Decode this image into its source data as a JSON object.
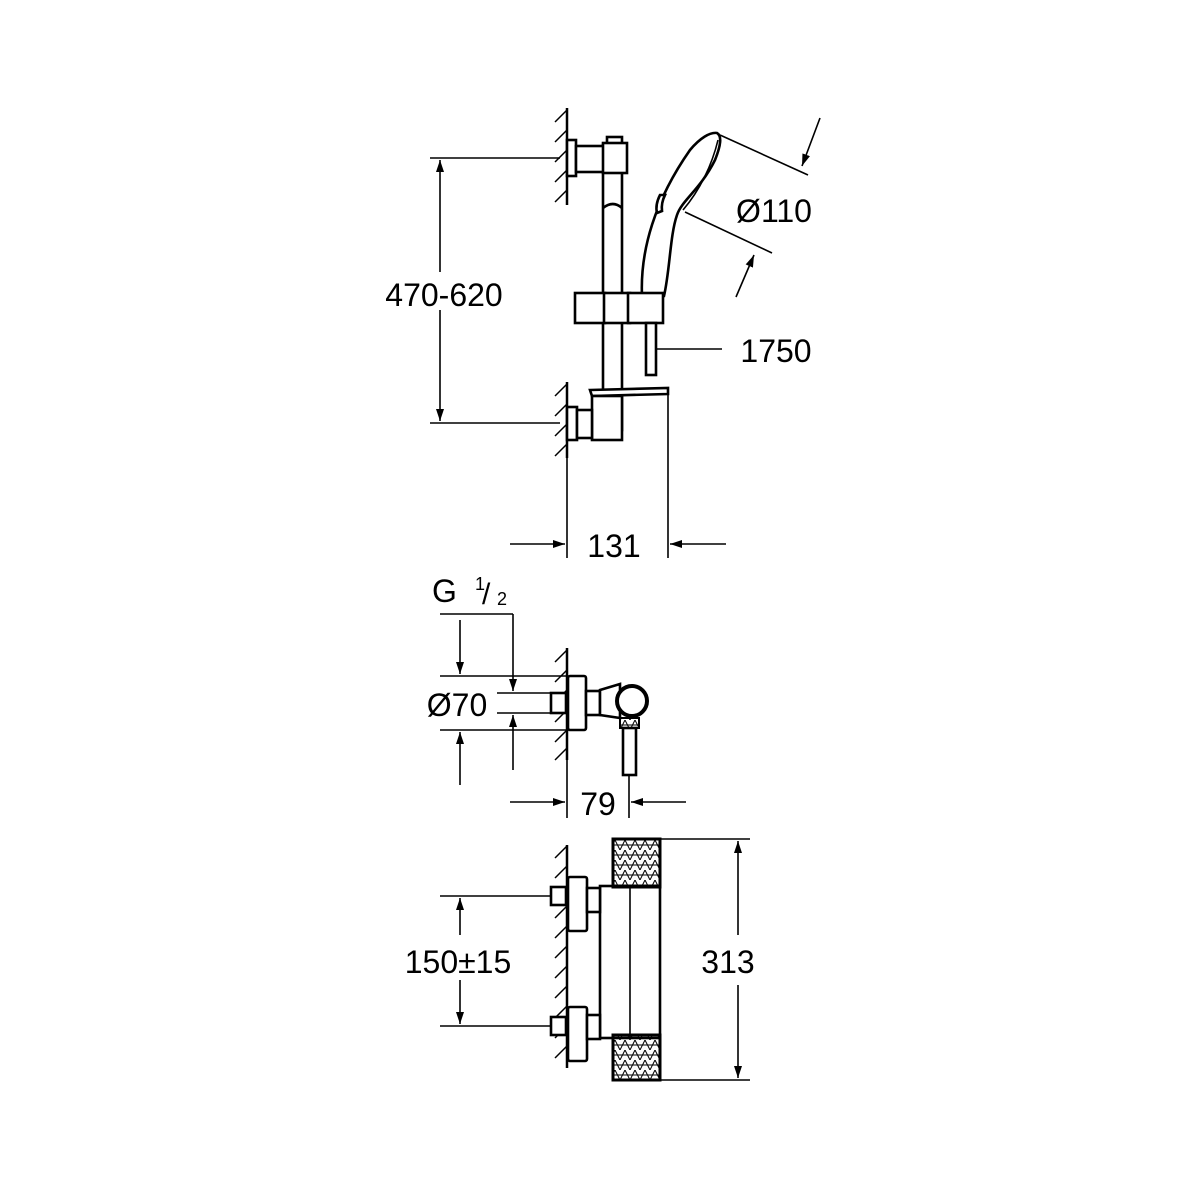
{
  "drawing": {
    "shower_rail": {
      "height_range": "470-620",
      "handshower_diameter": "Ø110",
      "hose_length": "1750",
      "projection": "131"
    },
    "side_view": {
      "thread": "G",
      "thread_num": "1",
      "thread_den": "2",
      "flange_diameter": "Ø70",
      "projection": "79"
    },
    "front_view": {
      "centres": "150±15",
      "height": "313"
    },
    "line_color": "#000000",
    "background": "#ffffff"
  }
}
